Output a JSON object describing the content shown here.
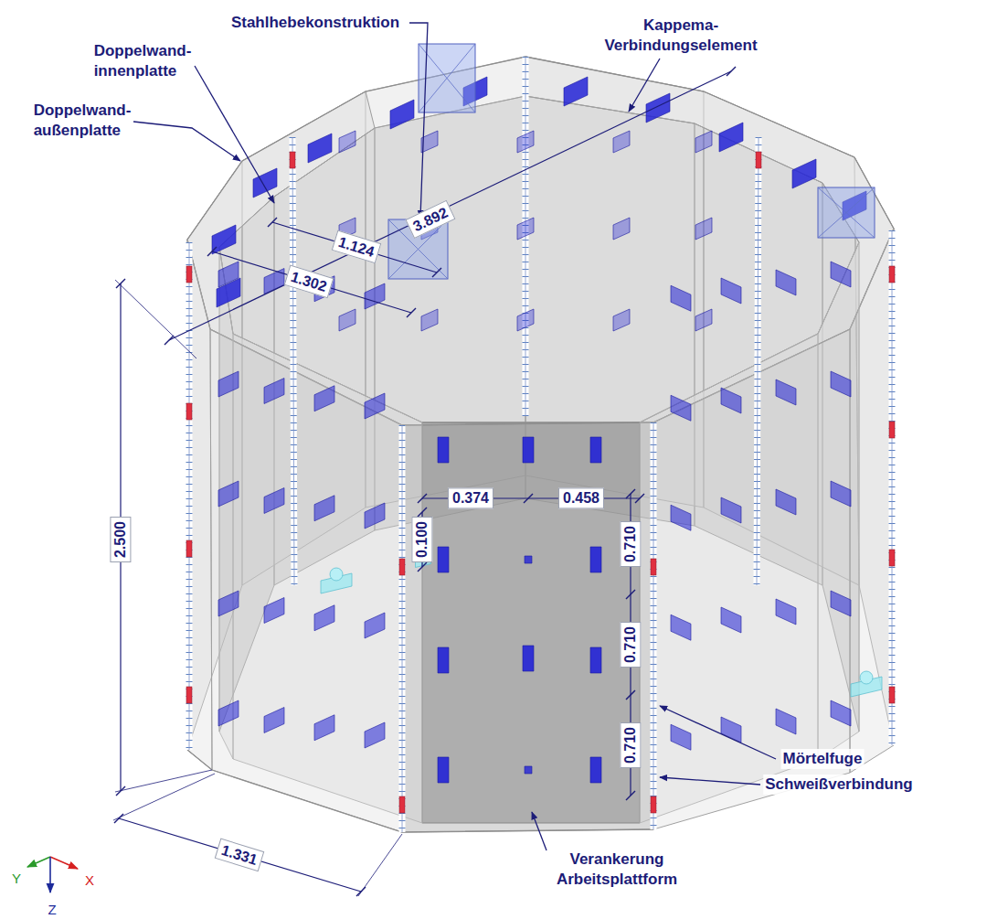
{
  "diagram": {
    "labels": [
      "Stahlhebekonstruktion",
      "Kappema- Verbindungselement",
      "Doppelwand- innenplatte",
      "Doppelwand- außenplatte",
      "3.892",
      "1.124",
      "1.302",
      "2.500",
      "0.374",
      "0.458",
      "0.100",
      "0.710",
      "0.710",
      "0.710",
      "1.331",
      "Mörtelfuge",
      "Schweißverbindung",
      "Verankerung Arbeitsplattform",
      "Y",
      "X",
      "Z"
    ]
  }
}
